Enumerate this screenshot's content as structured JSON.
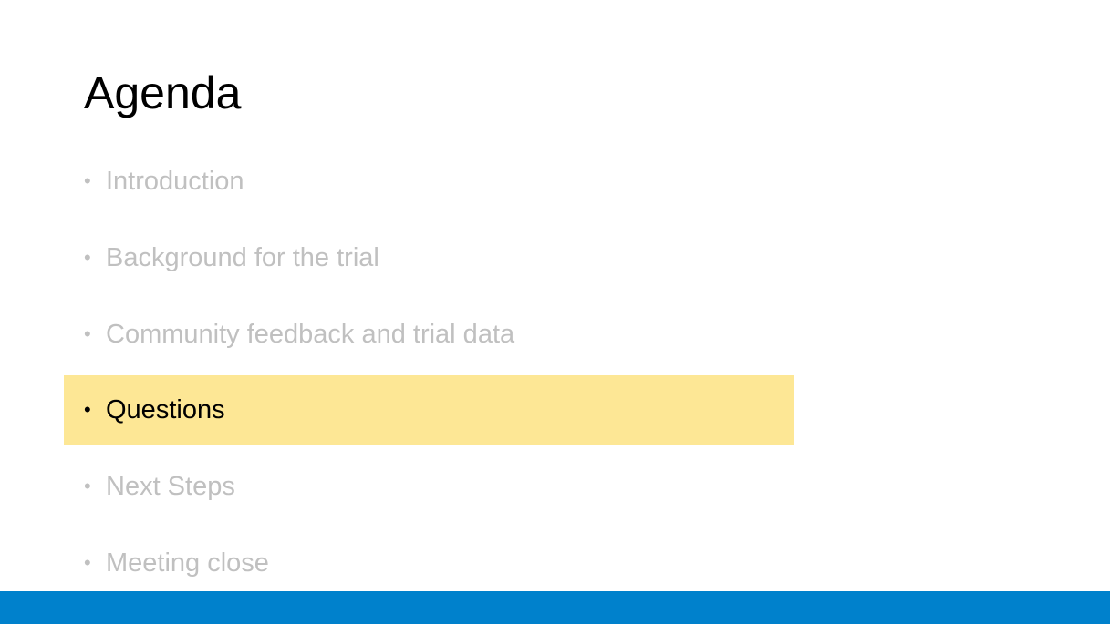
{
  "slide": {
    "title": "Agenda",
    "bullet_glyph": "•",
    "items": [
      {
        "label": "Introduction",
        "state": "dimmed"
      },
      {
        "label": "Background for the trial",
        "state": "dimmed"
      },
      {
        "label": "Community feedback and trial data",
        "state": "dimmed"
      },
      {
        "label": "Questions",
        "state": "current"
      },
      {
        "label": "Next Steps",
        "state": "dimmed"
      },
      {
        "label": "Meeting close",
        "state": "dimmed"
      }
    ]
  },
  "colors": {
    "highlight": "#fde795",
    "footer_bar": "#0081cc",
    "dim_text": "#c0c0c0",
    "active_text": "#000000"
  }
}
